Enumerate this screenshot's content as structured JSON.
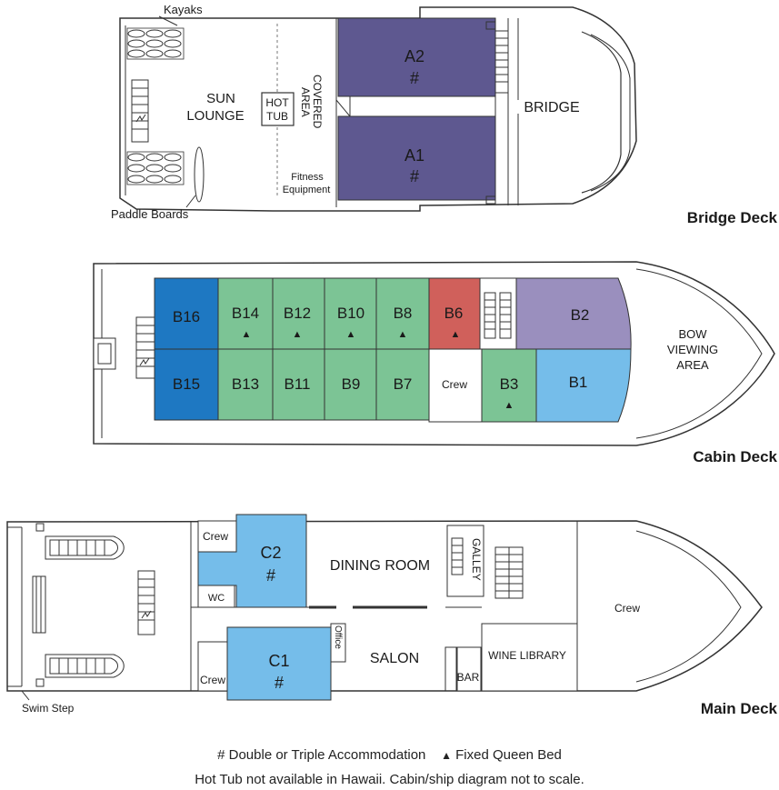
{
  "colors": {
    "purple": "#5e5890",
    "green": "#7cc495",
    "blue_dark": "#1e78c2",
    "blue_light": "#75bdea",
    "red": "#d0605b",
    "lavender": "#9a8fbe",
    "outline": "#333333"
  },
  "bridge_deck": {
    "title": "Bridge Deck",
    "kayaks": "Kayaks",
    "paddle_boards": "Paddle Boards",
    "sun_lounge_1": "SUN",
    "sun_lounge_2": "LOUNGE",
    "hot_tub_1": "HOT",
    "hot_tub_2": "TUB",
    "covered_1": "COVERED",
    "covered_2": "AREA",
    "fitness_1": "Fitness",
    "fitness_2": "Equipment",
    "bridge": "BRIDGE",
    "cabin_a2": "A2",
    "cabin_a1": "A1",
    "hash": "#"
  },
  "cabin_deck": {
    "title": "Cabin Deck",
    "cabins": {
      "b16": "B16",
      "b14": "B14",
      "b12": "B12",
      "b10": "B10",
      "b8": "B8",
      "b6": "B6",
      "b2": "B2",
      "b15": "B15",
      "b13": "B13",
      "b11": "B11",
      "b9": "B9",
      "b7": "B7",
      "b3": "B3",
      "b1": "B1"
    },
    "crew": "Crew",
    "bow_1": "BOW",
    "bow_2": "VIEWING",
    "bow_3": "AREA",
    "triangle": "▲"
  },
  "main_deck": {
    "title": "Main Deck",
    "crew_top": "Crew",
    "wc": "WC",
    "cabin_c2": "C2",
    "cabin_c1": "C1",
    "hash": "#",
    "dining": "DINING ROOM",
    "galley": "GALLEY",
    "crew_bow": "Crew",
    "office": "Office",
    "salon": "SALON",
    "bar": "BAR",
    "wine": "WINE LIBRARY",
    "crew_bottom": "Crew",
    "swim_step": "Swim Step"
  },
  "legend": {
    "hash_symbol": "#",
    "hash_text": "Double or Triple Accommodation",
    "triangle_symbol": "▲",
    "triangle_text": "Fixed Queen Bed",
    "note": "Hot Tub not available in Hawaii. Cabin/ship diagram not to scale."
  }
}
